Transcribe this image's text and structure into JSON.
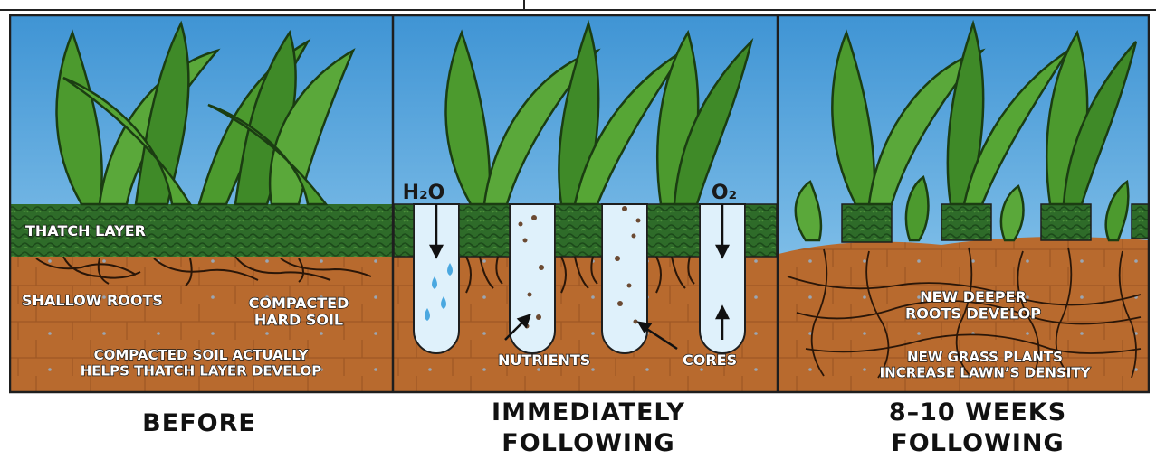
{
  "colors": {
    "sky": "#5aa8dc",
    "soil": "#b86a2e",
    "thatch": "#2f6e2a",
    "grass": "#4c9a2e",
    "water_channel": "#dff1fb",
    "border": "#1e1e1e"
  },
  "panels": [
    {
      "caption": "BEFORE",
      "labels": {
        "thatch": "THATCH LAYER",
        "roots": "SHALLOW ROOTS",
        "compacted": "COMPACTED\nHARD SOIL",
        "note": "COMPACTED SOIL ACTUALLY\nHELPS THATCH LAYER DEVELOP"
      }
    },
    {
      "caption": "IMMEDIATELY\nFOLLOWING",
      "labels": {
        "water": "H₂O",
        "oxygen": "O₂",
        "nutrients": "NUTRIENTS",
        "cores": "CORES"
      }
    },
    {
      "caption": "8–10 WEEKS\nFOLLOWING",
      "labels": {
        "roots": "NEW DEEPER\nROOTS DEVELOP",
        "plants": "NEW GRASS PLANTS\nINCREASE LAWN’S DENSITY"
      }
    }
  ]
}
